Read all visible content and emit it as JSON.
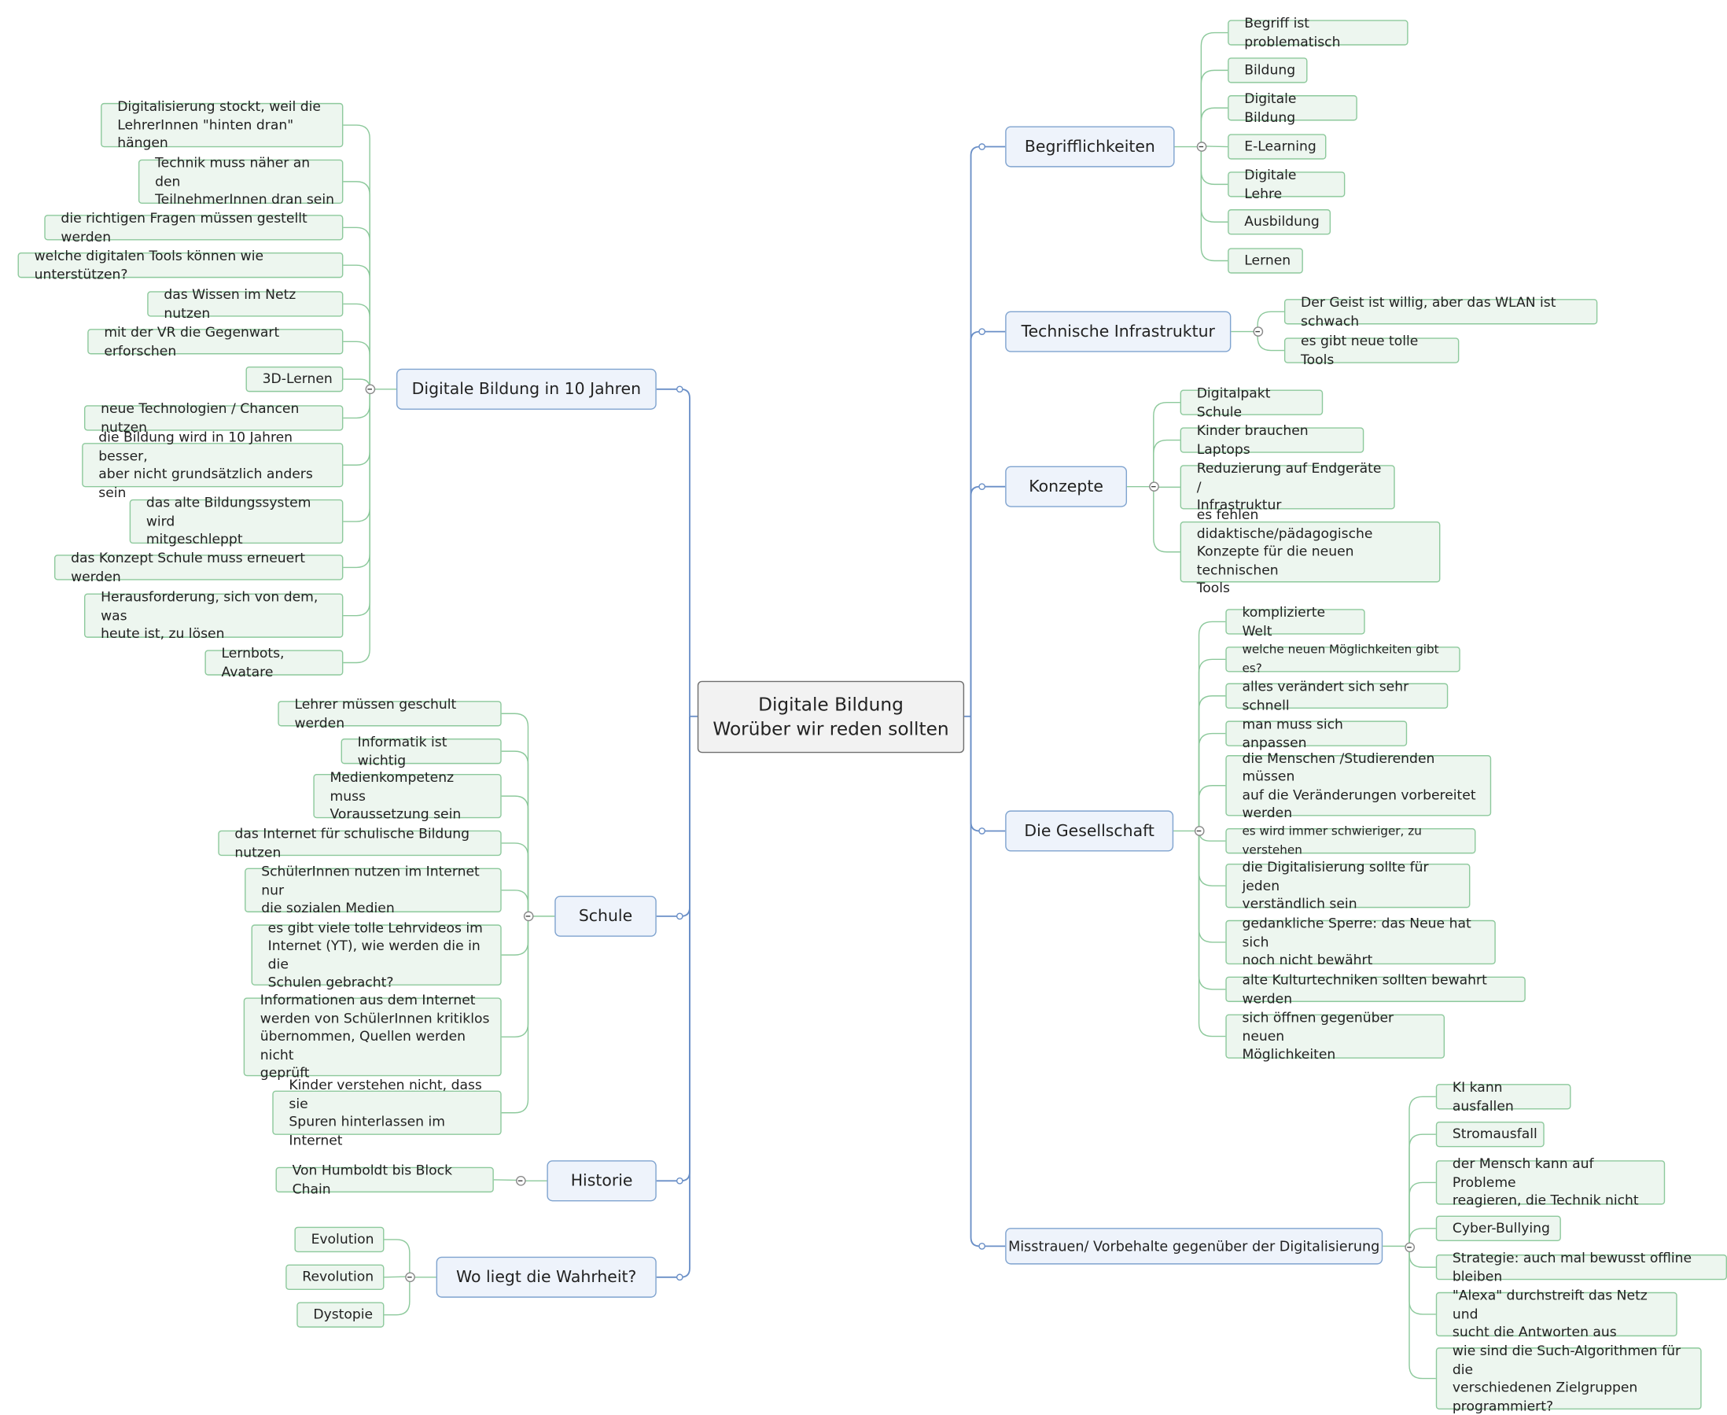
{
  "central": {
    "text": "Digitale Bildung\nWorüber wir reden sollten"
  },
  "branches": [
    {
      "key": "begriff",
      "label": "Begrifflichkeiten",
      "items": [
        "Begriff ist problematisch",
        "Bildung",
        "Digitale Bildung",
        "E-Learning",
        "Digitale Lehre",
        "Ausbildung",
        "Lernen"
      ]
    },
    {
      "key": "infra",
      "label": "Technische Infrastruktur",
      "items": [
        "Der Geist ist willig, aber das WLAN ist schwach",
        "es gibt neue tolle Tools"
      ]
    },
    {
      "key": "konzepte",
      "label": "Konzepte",
      "items": [
        "Digitalpakt Schule",
        "Kinder brauchen Laptops",
        "Reduzierung auf Endgeräte /\nInfrastruktur",
        "es fehlen didaktische/pädagogische\nKonzepte für die neuen technischen\nTools"
      ]
    },
    {
      "key": "gesellschaft",
      "label": "Die Gesellschaft",
      "items": [
        "komplizierte Welt",
        "welche neuen Möglichkeiten gibt es?",
        "alles verändert sich sehr schnell",
        "man muss sich anpassen",
        "die Menschen /Studierenden müssen\nauf die Veränderungen vorbereitet\nwerden",
        "es wird immer schwieriger, zu verstehen",
        "die Digitalisierung sollte für jeden\nverständlich sein",
        "gedankliche Sperre: das Neue hat sich\nnoch nicht bewährt",
        "alte Kulturtechniken sollten bewahrt werden",
        "sich öffnen gegenüber neuen\nMöglichkeiten"
      ]
    },
    {
      "key": "misstrauen",
      "label": "Misstrauen/ Vorbehalte gegenüber der Digitalisierung",
      "items": [
        "KI kann ausfallen",
        "Stromausfall",
        "der Mensch kann auf Probleme\nreagieren, die Technik nicht",
        "Cyber-Bullying",
        "Strategie: auch mal bewusst offline bleiben",
        "\"Alexa\" durchstreift das Netz und\nsucht die Antworten aus",
        "wie sind die Such-Algorithmen für die\nverschiedenen Zielgruppen\nprogrammiert?"
      ]
    },
    {
      "key": "zukunft",
      "label": "Digitale Bildung in 10 Jahren",
      "items": [
        "Digitalisierung stockt, weil die\nLehrerInnen \"hinten dran\" hängen",
        "Technik muss näher an den\nTeilnehmerInnen dran sein",
        "die richtigen Fragen müssen gestellt werden",
        "welche digitalen Tools können wie unterstützen?",
        "das Wissen im Netz nutzen",
        "mit der VR die Gegenwart erforschen",
        "3D-Lernen",
        "neue Technologien / Chancen nutzen",
        "die Bildung wird in 10 Jahren besser,\naber nicht grundsätzlich anders sein",
        "das alte Bildungssystem wird\nmitgeschleppt",
        "das Konzept Schule muss erneuert werden",
        "Herausforderung, sich von dem, was\nheute ist, zu lösen",
        "Lernbots, Avatare"
      ]
    },
    {
      "key": "schule",
      "label": "Schule",
      "items": [
        "Lehrer müssen geschult werden",
        "Informatik ist wichtig",
        "Medienkompetenz muss\nVoraussetzung sein",
        "das Internet für schulische Bildung nutzen",
        "SchülerInnen nutzen im Internet nur\ndie sozialen Medien",
        "es gibt viele tolle Lehrvideos im\nInternet (YT), wie werden die in die\nSchulen gebracht?",
        "Informationen aus dem Internet\nwerden von SchülerInnen kritiklos\nübernommen, Quellen werden nicht\ngeprüft",
        "Kinder verstehen nicht, dass sie\nSpuren hinterlassen im Internet"
      ]
    },
    {
      "key": "historie",
      "label": "Historie",
      "items": [
        "Von Humboldt bis Block Chain"
      ]
    },
    {
      "key": "wahrheit",
      "label": "Wo liegt die Wahrheit?",
      "items": [
        "Evolution",
        "Revolution",
        "Dystopie"
      ]
    }
  ],
  "colors": {
    "central_border": "#6e6e6e",
    "main_line": "#6a8fc7",
    "leaf_line": "#8dc99c",
    "main_fill": "#eef3fb",
    "leaf_fill": "#edf6ef"
  }
}
